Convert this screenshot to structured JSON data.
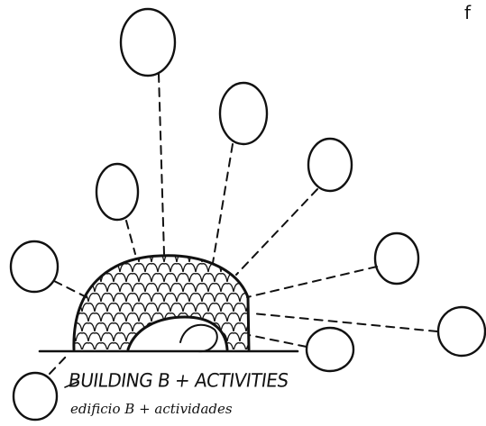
{
  "figure": {
    "corner_label": "f",
    "label_en": "BUILDING B + ACTIVITIES",
    "label_es": "edificio B + actividades"
  }
}
